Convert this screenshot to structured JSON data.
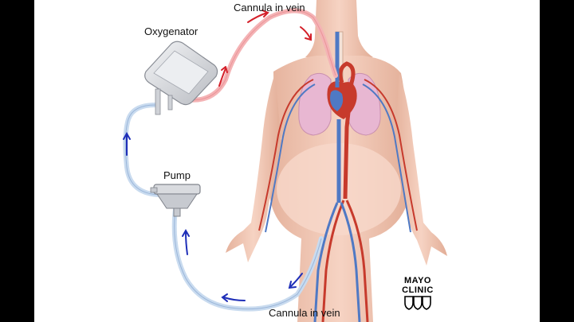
{
  "labels": {
    "cannula_top": "Cannula in vein",
    "oxygenator": "Oxygenator",
    "pump": "Pump",
    "cannula_bottom": "Cannula in vein"
  },
  "logo": {
    "line1": "MAYO",
    "line2": "CLINIC",
    "shield_icon": "mayo-shields-icon"
  },
  "colors": {
    "oxygenated_tube": "#f4b3b5",
    "deoxygenated_tube": "#c9dbef",
    "arrow_red": "#d4202a",
    "arrow_blue": "#1f2fb8",
    "skin": "#f0c7b4",
    "artery": "#c73a2c",
    "vein": "#4f79c4",
    "lung": "#e8b7d2",
    "device_gray": "#d9dbdf"
  }
}
